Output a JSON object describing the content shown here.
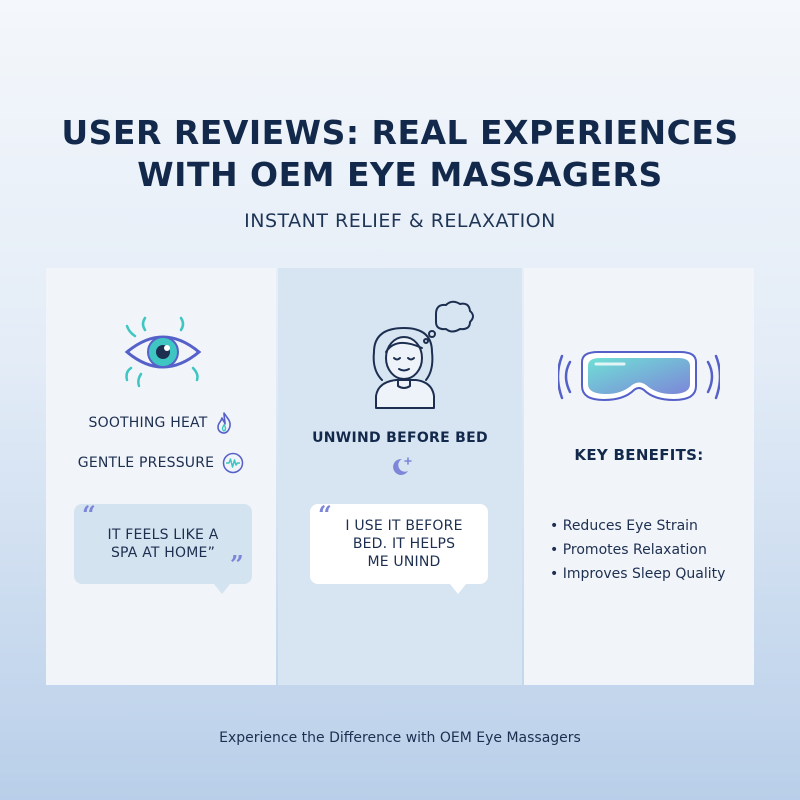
{
  "header": {
    "title_line1": "USER REVIEWS: REAL EXPERIENCES",
    "title_line2": "WITH OEM EYE MASSAGERS",
    "subtitle": "INSTANT RELIEF & RELAXATION"
  },
  "left_panel": {
    "icon": "eye-icon",
    "features": [
      {
        "label": "SOOTHING HEAT",
        "icon": "flame-icon"
      },
      {
        "label": "GENTLE PRESSURE",
        "icon": "pressure-wave-icon"
      }
    ],
    "quote_line1": "IT FEELS LIKE A",
    "quote_line2": "SPA AT HOME”"
  },
  "middle_panel": {
    "icon": "person-thought-icon",
    "heading": "UNWIND BEFORE BED",
    "moon_icon": "moon-star-icon",
    "quote_line1": "I USE IT BEFORE",
    "quote_line2": "BED. IT HELPS",
    "quote_line3": "ME UNIND"
  },
  "right_panel": {
    "icon": "eye-massager-mask-icon",
    "heading": "KEY BENEFITS:",
    "benefits": [
      "Reduces Eye Strain",
      "Promotes Relaxation",
      "Improves Sleep Quality"
    ]
  },
  "footer": {
    "text": "Experience the Difference with OEM Eye Massagers"
  },
  "colors": {
    "accent": "#7d86d8",
    "teal": "#3fc6c2",
    "navy": "#13294b",
    "bubble_left": "#d3e3ef",
    "bubble_mid": "#ffffff"
  }
}
